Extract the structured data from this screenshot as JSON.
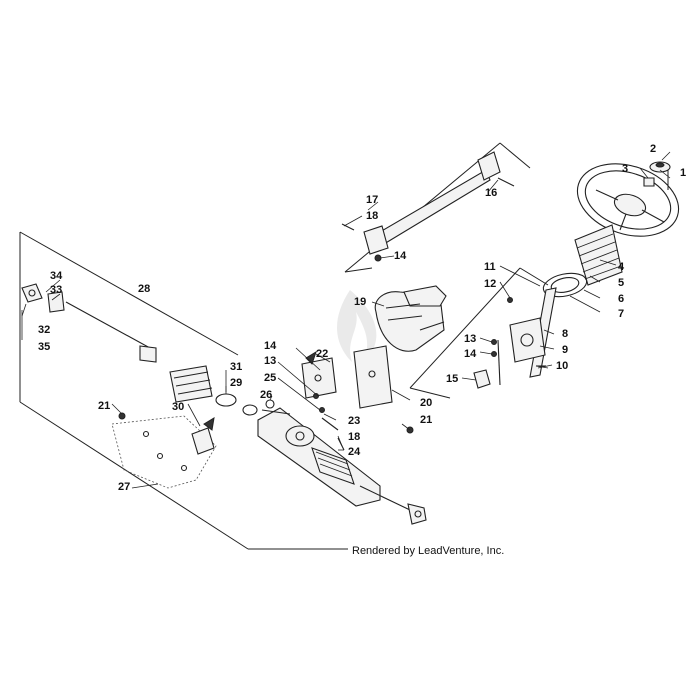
{
  "diagram": {
    "credit": "Rendered by LeadVenture, Inc.",
    "callouts": [
      {
        "id": "c1",
        "text": "1"
      },
      {
        "id": "c2",
        "text": "2"
      },
      {
        "id": "c3",
        "text": "3"
      },
      {
        "id": "c4",
        "text": "4"
      },
      {
        "id": "c5",
        "text": "5"
      },
      {
        "id": "c6",
        "text": "6"
      },
      {
        "id": "c7",
        "text": "7"
      },
      {
        "id": "c8",
        "text": "8"
      },
      {
        "id": "c9",
        "text": "9"
      },
      {
        "id": "c10",
        "text": "10"
      },
      {
        "id": "c11",
        "text": "11"
      },
      {
        "id": "c12",
        "text": "12"
      },
      {
        "id": "c13a",
        "text": "13"
      },
      {
        "id": "c14a",
        "text": "14"
      },
      {
        "id": "c15",
        "text": "15"
      },
      {
        "id": "c16",
        "text": "16"
      },
      {
        "id": "c17",
        "text": "17"
      },
      {
        "id": "c18a",
        "text": "18"
      },
      {
        "id": "c14b",
        "text": "14"
      },
      {
        "id": "c19",
        "text": "19"
      },
      {
        "id": "c14c",
        "text": "14"
      },
      {
        "id": "c22",
        "text": "22"
      },
      {
        "id": "c13b",
        "text": "13"
      },
      {
        "id": "c25",
        "text": "25"
      },
      {
        "id": "c26",
        "text": "26"
      },
      {
        "id": "c20",
        "text": "20"
      },
      {
        "id": "c21a",
        "text": "21"
      },
      {
        "id": "c23",
        "text": "23"
      },
      {
        "id": "c18b",
        "text": "18"
      },
      {
        "id": "c24",
        "text": "24"
      },
      {
        "id": "c28",
        "text": "28"
      },
      {
        "id": "c34",
        "text": "34"
      },
      {
        "id": "c33",
        "text": "33"
      },
      {
        "id": "c32",
        "text": "32"
      },
      {
        "id": "c35",
        "text": "35"
      },
      {
        "id": "c31",
        "text": "31"
      },
      {
        "id": "c29",
        "text": "29"
      },
      {
        "id": "c30",
        "text": "30"
      },
      {
        "id": "c21b",
        "text": "21"
      },
      {
        "id": "c27",
        "text": "27"
      }
    ]
  }
}
